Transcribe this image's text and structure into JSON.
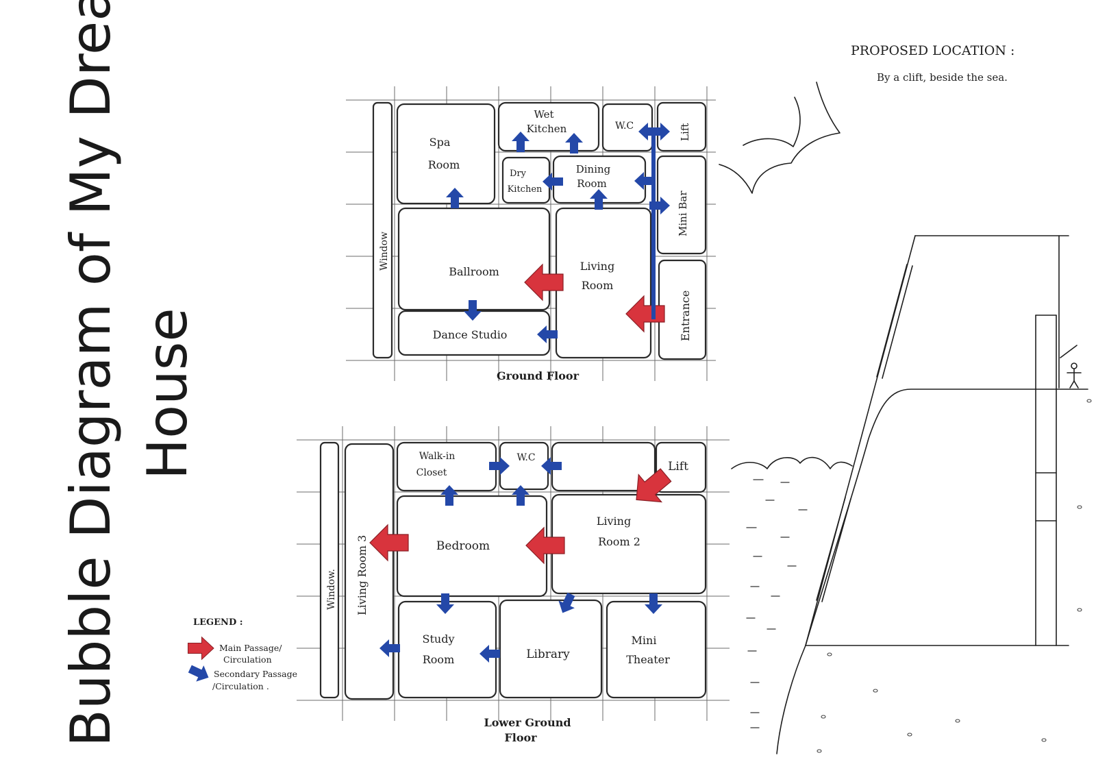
{
  "title": {
    "line1": "Bubble Diagram of My Dream",
    "line2": "House"
  },
  "proposed_location": {
    "heading": "PROPOSED LOCATION :",
    "text": "By a clift, beside the sea."
  },
  "colors": {
    "main_passage": "#d8343d",
    "secondary_passage": "#2448a8",
    "ink": "#1e1e1e"
  },
  "ground_floor": {
    "label": "Ground Floor",
    "window": "Window",
    "rooms": {
      "spa": [
        "Spa",
        "Room"
      ],
      "wet_kitchen": [
        "Wet",
        "Kitchen"
      ],
      "wc": "W.C",
      "lift": "Lift",
      "dry_kitchen": [
        "Dry",
        "Kitchen"
      ],
      "dining": [
        "Dining",
        "Room"
      ],
      "mini_bar": "Mini Bar",
      "ballroom": "Ballroom",
      "living": [
        "Living",
        "Room"
      ],
      "entrance": "Entrance",
      "dance_studio": "Dance Studio"
    }
  },
  "lower_ground_floor": {
    "label": [
      "Lower Ground",
      "Floor"
    ],
    "window": "Window.",
    "rooms": {
      "living3": "Living Room 3",
      "walk_in_closet": [
        "Walk-in",
        "Closet"
      ],
      "wc": "W.C",
      "lift": "Lift",
      "bedroom": "Bedroom",
      "living2": [
        "Living",
        "Room 2"
      ],
      "study": [
        "Study",
        "Room"
      ],
      "library": "Library",
      "mini_theater": [
        "Mini",
        "Theater"
      ]
    }
  },
  "legend": {
    "title": "LEGEND :",
    "main": [
      "Main Passage/",
      "Circulation"
    ],
    "secondary": [
      "Secondary Passage",
      "/Circulation ."
    ]
  }
}
